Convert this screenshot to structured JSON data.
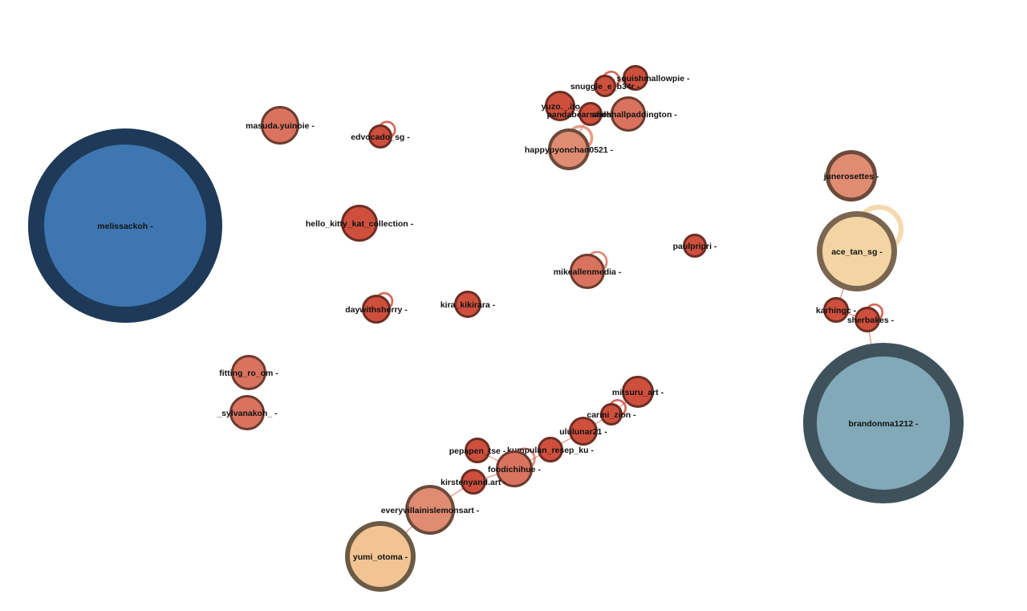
{
  "graph": {
    "nodes": [
      {
        "id": "melissackoh",
        "label": "melissackoh -",
        "fill": "#3d76b0",
        "stroke": "#1e3a58"
      },
      {
        "id": "masuda",
        "label": "masuda.yuinoie -",
        "fill": "#d9735f",
        "stroke": "#6b3b2e"
      },
      {
        "id": "edvocado",
        "label": "edvocado_sg -",
        "fill": "#cf4f3d",
        "stroke": "#6b2e25",
        "self_loop": true
      },
      {
        "id": "hellokitty",
        "label": "hello_kitty_kat_collection -",
        "fill": "#cf4f3d",
        "stroke": "#6b2e25"
      },
      {
        "id": "daywithsherry",
        "label": "daywithsherry -",
        "fill": "#cf4f3d",
        "stroke": "#6b2e25",
        "self_loop": true
      },
      {
        "id": "kira",
        "label": "kira_kikirara -",
        "fill": "#cf4f3d",
        "stroke": "#6b2e25"
      },
      {
        "id": "fittingroom",
        "label": "fitting_ro_om -",
        "fill": "#d9735f",
        "stroke": "#6b3b2e"
      },
      {
        "id": "sylvanakoh",
        "label": "_sylvanakoh_ -",
        "fill": "#d9735f",
        "stroke": "#6b3b2e"
      },
      {
        "id": "squishmallowpie",
        "label": "squishmallowpie -",
        "fill": "#cf4f3d",
        "stroke": "#6b2e25"
      },
      {
        "id": "snuggle",
        "label": "snuggle_e_b34r -",
        "fill": "#cf4f3d",
        "stroke": "#6b2e25",
        "self_loop": true
      },
      {
        "id": "yuzo",
        "label": "yuzo._.ito -",
        "fill": "#cf4f3d",
        "stroke": "#6b2e25"
      },
      {
        "id": "pandabear",
        "label": "pandabearsaidhello -",
        "fill": "#cf4f3d",
        "stroke": "#6b2e25"
      },
      {
        "id": "paddington",
        "label": "sheshallpaddington -",
        "fill": "#d9735f",
        "stroke": "#6b3b2e"
      },
      {
        "id": "happypyon",
        "label": "happypyonchan0521 -",
        "fill": "#e08c72",
        "stroke": "#6b4a3a",
        "self_loop": true
      },
      {
        "id": "paulpripri",
        "label": "paulpripri -",
        "fill": "#cf4f3d",
        "stroke": "#6b2e25"
      },
      {
        "id": "mikeallen",
        "label": "mikeallenmedia -",
        "fill": "#d9735f",
        "stroke": "#6b3b2e",
        "self_loop": true
      },
      {
        "id": "junerosettes",
        "label": "junerosettes -",
        "fill": "#e08c72",
        "stroke": "#6b4a3a"
      },
      {
        "id": "acetan",
        "label": "ace_tan_sg -",
        "fill": "#f3d4a3",
        "stroke": "#7a6650",
        "self_loop": true
      },
      {
        "id": "karhingc",
        "label": "karhingc -",
        "fill": "#cf4f3d",
        "stroke": "#6b2e25"
      },
      {
        "id": "sherbakes",
        "label": "sherbakes -",
        "fill": "#cf4f3d",
        "stroke": "#6b2e25",
        "self_loop": true
      },
      {
        "id": "brandonma",
        "label": "brandonma1212 -",
        "fill": "#82a9b8",
        "stroke": "#3f525b"
      },
      {
        "id": "mitsuru",
        "label": "mitsuru_art -",
        "fill": "#cf4f3d",
        "stroke": "#6b2e25"
      },
      {
        "id": "carmizion",
        "label": "carmi_zion -",
        "fill": "#cf4f3d",
        "stroke": "#6b2e25",
        "self_loop": true
      },
      {
        "id": "ululunar",
        "label": "ululunar21 -",
        "fill": "#cf4f3d",
        "stroke": "#6b2e25"
      },
      {
        "id": "kumpulan",
        "label": "kumpulan_resep_ku -",
        "fill": "#cf4f3d",
        "stroke": "#6b2e25"
      },
      {
        "id": "pepapen",
        "label": "pepapen_tse -",
        "fill": "#cf4f3d",
        "stroke": "#6b2e25"
      },
      {
        "id": "foodichihue",
        "label": "foodichihue -",
        "fill": "#d9735f",
        "stroke": "#6b3b2e",
        "self_loop": true
      },
      {
        "id": "kirsten",
        "label": "kirstenyand.art -",
        "fill": "#cf4f3d",
        "stroke": "#6b2e25"
      },
      {
        "id": "everyvillain",
        "label": "everyvillainislemonsart -",
        "fill": "#e08c72",
        "stroke": "#6b4a3a"
      },
      {
        "id": "yumiotoma",
        "label": "yumi_otoma -",
        "fill": "#f1c492",
        "stroke": "#6b5a45"
      }
    ],
    "edges": [
      [
        "karhingc",
        "sherbakes"
      ],
      [
        "sherbakes",
        "brandonma"
      ],
      [
        "acetan",
        "karhingc"
      ],
      [
        "mitsuru",
        "carmizion"
      ],
      [
        "carmizion",
        "ululunar"
      ],
      [
        "ululunar",
        "kumpulan"
      ],
      [
        "kumpulan",
        "foodichihue"
      ],
      [
        "foodichihue",
        "kirsten"
      ],
      [
        "kirsten",
        "everyvillain"
      ],
      [
        "everyvillain",
        "yumiotoma"
      ],
      [
        "pepapen",
        "foodichihue"
      ],
      [
        "yuzo",
        "pandabear"
      ],
      [
        "pandabear",
        "paddington"
      ],
      [
        "snuggle",
        "squishmallowpie"
      ],
      [
        "happypyon",
        "pandabear"
      ]
    ]
  }
}
